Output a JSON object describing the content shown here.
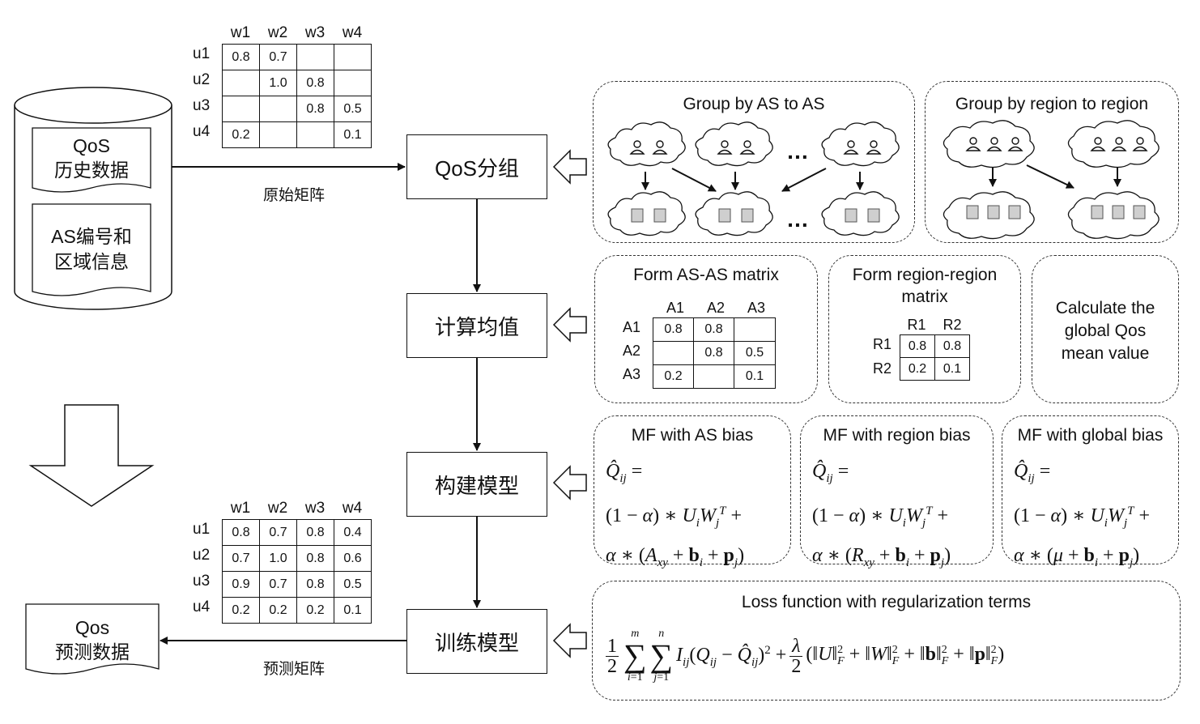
{
  "source": {
    "history": [
      "QoS",
      "历史数据"
    ],
    "as_info": [
      "AS编号和",
      "区域信息"
    ]
  },
  "original_matrix": {
    "cols": [
      "w1",
      "w2",
      "w3",
      "w4"
    ],
    "rows": [
      {
        "label": "u1",
        "cells": [
          "0.8",
          "0.7",
          "",
          ""
        ]
      },
      {
        "label": "u2",
        "cells": [
          "",
          "1.0",
          "0.8",
          ""
        ]
      },
      {
        "label": "u3",
        "cells": [
          "",
          "",
          "0.8",
          "0.5"
        ]
      },
      {
        "label": "u4",
        "cells": [
          "0.2",
          "",
          "",
          "0.1"
        ]
      }
    ],
    "arrow_label": "原始矩阵"
  },
  "predicted_matrix": {
    "cols": [
      "w1",
      "w2",
      "w3",
      "w4"
    ],
    "rows": [
      {
        "label": "u1",
        "cells": [
          "0.8",
          "0.7",
          "0.8",
          "0.4"
        ]
      },
      {
        "label": "u2",
        "cells": [
          "0.7",
          "1.0",
          "0.8",
          "0.6"
        ]
      },
      {
        "label": "u3",
        "cells": [
          "0.9",
          "0.7",
          "0.8",
          "0.5"
        ]
      },
      {
        "label": "u4",
        "cells": [
          "0.2",
          "0.2",
          "0.2",
          "0.1"
        ]
      }
    ],
    "arrow_label": "预测矩阵"
  },
  "output": [
    "Qos",
    "预测数据"
  ],
  "steps": {
    "group": "QoS分组",
    "mean": "计算均值",
    "build": "构建模型",
    "train": "训练模型"
  },
  "panels": {
    "as_group": {
      "title": "Group by AS to AS",
      "ellipsis": "…"
    },
    "region_group": {
      "title": "Group by region to region"
    },
    "as_matrix": {
      "title": "Form AS-AS matrix",
      "cols": [
        "A1",
        "A2",
        "A3"
      ],
      "rows": [
        {
          "label": "A1",
          "cells": [
            "0.8",
            "0.8",
            ""
          ]
        },
        {
          "label": "A2",
          "cells": [
            "",
            "0.8",
            "0.5"
          ]
        },
        {
          "label": "A3",
          "cells": [
            "0.2",
            "",
            "0.1"
          ]
        }
      ]
    },
    "region_matrix": {
      "title": [
        "Form region-region",
        "matrix"
      ],
      "cols": [
        "R1",
        "R2"
      ],
      "rows": [
        {
          "label": "R1",
          "cells": [
            "0.8",
            "0.8"
          ]
        },
        {
          "label": "R2",
          "cells": [
            "0.2",
            "0.1"
          ]
        }
      ]
    },
    "global_mean": {
      "title": [
        "Calculate the",
        "global Qos",
        "mean value"
      ]
    },
    "mf_as": {
      "title": "MF with AS bias"
    },
    "mf_region": {
      "title": "MF with region bias"
    },
    "mf_global": {
      "title": "MF with global bias"
    },
    "loss": {
      "title": "Loss function with regularization terms"
    }
  }
}
